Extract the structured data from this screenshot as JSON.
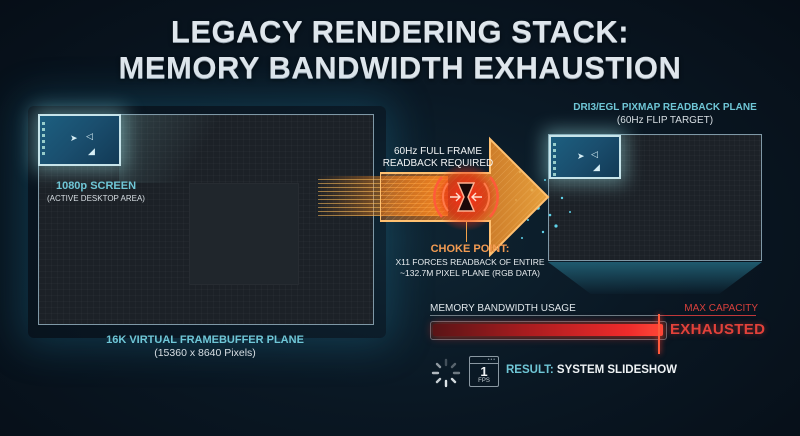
{
  "title": {
    "line1": "LEGACY RENDERING STACK:",
    "line2": "MEMORY BANDWIDTH EXHAUSTION"
  },
  "left_plane": {
    "screen_label": "1080p SCREEN",
    "screen_sublabel": "(ACTIVE DESKTOP AREA)",
    "plane_label": "16K VIRTUAL FRAMEBUFFER PLANE",
    "plane_sublabel": "(15360 x 8640 Pixels)"
  },
  "transfer": {
    "label_line1": "60Hz FULL FRAME",
    "label_line2": "READBACK REQUIRED",
    "choke_title": "CHOKE POINT:",
    "choke_line1": "X11 FORCES READBACK OF ENTIRE",
    "choke_line2": "~132.7M PIXEL PLANE (RGB DATA)",
    "icon": "hourglass-compress-icon"
  },
  "right_plane": {
    "title": "DRI3/EGL PIXMAP READBACK PLANE",
    "subtitle": "(60Hz FLIP TARGET)"
  },
  "bandwidth": {
    "label": "MEMORY BANDWIDTH USAGE",
    "max_label": "MAX CAPACITY",
    "status": "EXHAUSTED",
    "fill_percent": 100
  },
  "result": {
    "fps_value": "1",
    "fps_unit": "FPS",
    "key": "RESULT:",
    "value": "SYSTEM SLIDESHOW",
    "icons": [
      "loading-spinner-icon",
      "window-fps-icon"
    ]
  },
  "colors": {
    "background": "#0a1824",
    "teal_label": "#6fc6d6",
    "arrow_orange": "#f5a040",
    "choke_red": "#ff3a2a",
    "exhausted_red": "#e2413a"
  }
}
